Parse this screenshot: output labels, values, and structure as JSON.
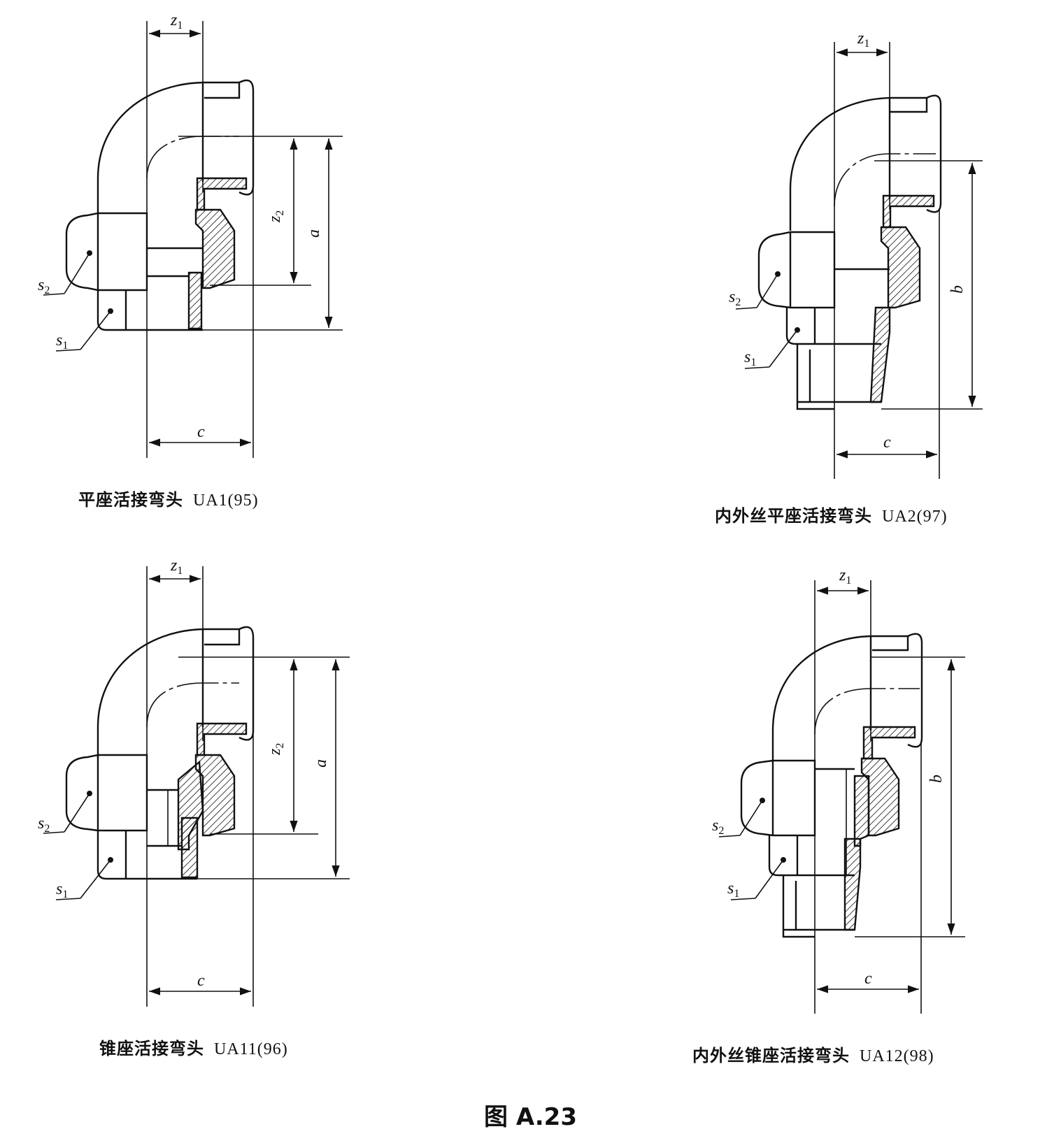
{
  "figure": {
    "title": "图 A.23"
  },
  "dimension_labels": {
    "z1": "z",
    "z1_sub": "1",
    "z2": "z",
    "z2_sub": "2",
    "a": "a",
    "b": "b",
    "c": "c",
    "s1": "s",
    "s1_sub": "1",
    "s2": "s",
    "s2_sub": "2"
  },
  "panels": [
    {
      "name": "平座活接弯头",
      "code": "UA1(95)",
      "dims": [
        "z1",
        "z2",
        "a",
        "c",
        "s1",
        "s2"
      ]
    },
    {
      "name": "内外丝平座活接弯头",
      "code": "UA2(97)",
      "dims": [
        "z1",
        "b",
        "c",
        "s1",
        "s2"
      ]
    },
    {
      "name": "锥座活接弯头",
      "code": "UA11(96)",
      "dims": [
        "z1",
        "z2",
        "a",
        "c",
        "s1",
        "s2"
      ]
    },
    {
      "name": "内外丝锥座活接弯头",
      "code": "UA12(98)",
      "dims": [
        "z1",
        "b",
        "c",
        "s1",
        "s2"
      ]
    }
  ],
  "colors": {
    "line": "#111111",
    "hatch": "#111111",
    "background": "#ffffff"
  }
}
